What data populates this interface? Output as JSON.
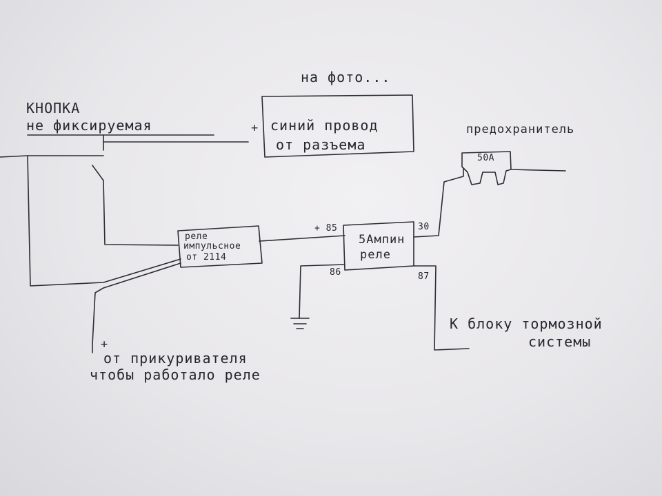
{
  "labels": {
    "photo_note": "на фото...",
    "button_line1": "КНОПКА",
    "button_line2": "не фиксируемая",
    "plus_blue": "+",
    "blue_wire_line1": "синий провод",
    "blue_wire_line2": "от разъема",
    "fuse_label": "предохранитель",
    "fuse_rating": "50А",
    "impulse_relay_line1": "реле",
    "impulse_relay_line2": "импульсное",
    "impulse_relay_line3": "от 2114",
    "plus_85": "+ 85",
    "main_relay_line1": "5Ампин",
    "main_relay_line2": "реле",
    "pin_30": "30",
    "pin_86": "86",
    "pin_87": "87",
    "brake_line1": "К   блоку тормозной",
    "brake_line2": "системы",
    "plus_lighter": "+",
    "lighter_line1": "от прикуривателя",
    "lighter_line2": "чтобы работало реле"
  }
}
